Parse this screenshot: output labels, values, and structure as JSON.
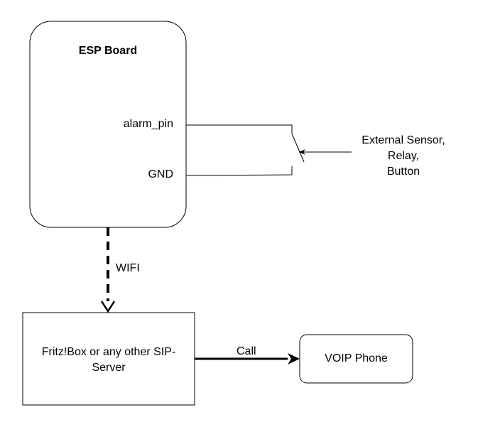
{
  "esp_board": {
    "title": "ESP Board",
    "pin_alarm": "alarm_pin",
    "pin_gnd": "GND"
  },
  "external": {
    "line1": "External Sensor,",
    "line2": "Relay,",
    "line3": "Button"
  },
  "wifi_label": "WIFI",
  "sip_server": {
    "line1": "Fritz!Box or any other SIP-",
    "line2": "Server"
  },
  "call_label": "Call",
  "voip_phone": "VOIP Phone"
}
